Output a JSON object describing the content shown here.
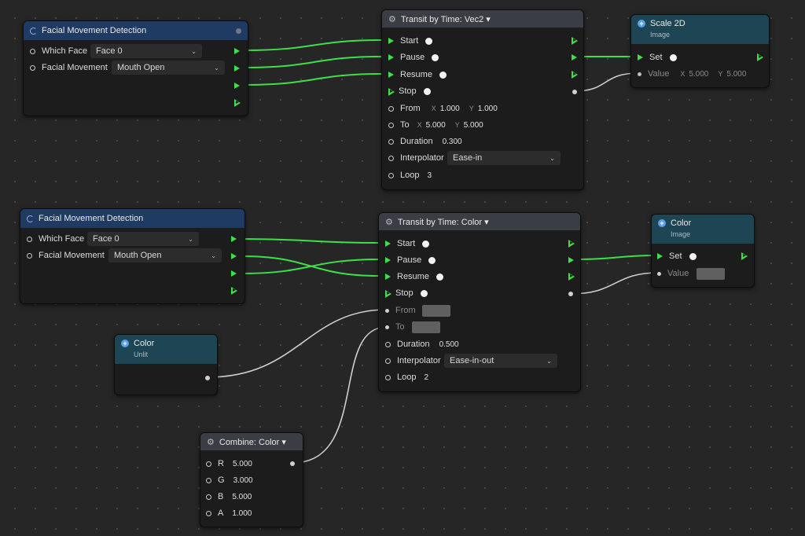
{
  "colors": {
    "wire_green": "#3ee04a",
    "wire_white": "#cfcfcf",
    "header_blue": "#1f3b63",
    "header_teal": "#1e4554",
    "header_gray": "#3b3d44"
  },
  "face1": {
    "title": "Facial Movement Detection",
    "which_face_label": "Which Face",
    "which_face_value": "Face 0",
    "facial_movement_label": "Facial Movement",
    "facial_movement_value": "Mouth Open"
  },
  "transit_vec2": {
    "title": "Transit by Time: Vec2 ▾",
    "start": "Start",
    "pause": "Pause",
    "resume": "Resume",
    "stop": "Stop",
    "from_label": "From",
    "from_x": "1.000",
    "from_y": "1.000",
    "to_label": "To",
    "to_x": "5.000",
    "to_y": "5.000",
    "duration_label": "Duration",
    "duration_value": "0.300",
    "interpolator_label": "Interpolator",
    "interpolator_value": "Ease-in",
    "loop_label": "Loop",
    "loop_value": "3",
    "x_axis": "X",
    "y_axis": "Y"
  },
  "scale2d": {
    "title": "Scale 2D",
    "subtitle": "Image",
    "set_label": "Set",
    "value_label": "Value",
    "value_x": "5.000",
    "value_y": "5.000",
    "x_axis": "X",
    "y_axis": "Y"
  },
  "face2": {
    "title": "Facial Movement Detection",
    "which_face_label": "Which Face",
    "which_face_value": "Face 0",
    "facial_movement_label": "Facial Movement",
    "facial_movement_value": "Mouth Open"
  },
  "transit_color": {
    "title": "Transit by Time: Color ▾",
    "start": "Start",
    "pause": "Pause",
    "resume": "Resume",
    "stop": "Stop",
    "from_label": "From",
    "to_label": "To",
    "duration_label": "Duration",
    "duration_value": "0.500",
    "interpolator_label": "Interpolator",
    "interpolator_value": "Ease-in-out",
    "loop_label": "Loop",
    "loop_value": "2"
  },
  "color_image": {
    "title": "Color",
    "subtitle": "Image",
    "set_label": "Set",
    "value_label": "Value"
  },
  "color_unlit": {
    "title": "Color",
    "subtitle": "Unlit"
  },
  "combine": {
    "title": "Combine: Color ▾",
    "r_label": "R",
    "r_value": "5.000",
    "g_label": "G",
    "g_value": "3.000",
    "b_label": "B",
    "b_value": "5.000",
    "a_label": "A",
    "a_value": "1.000"
  }
}
